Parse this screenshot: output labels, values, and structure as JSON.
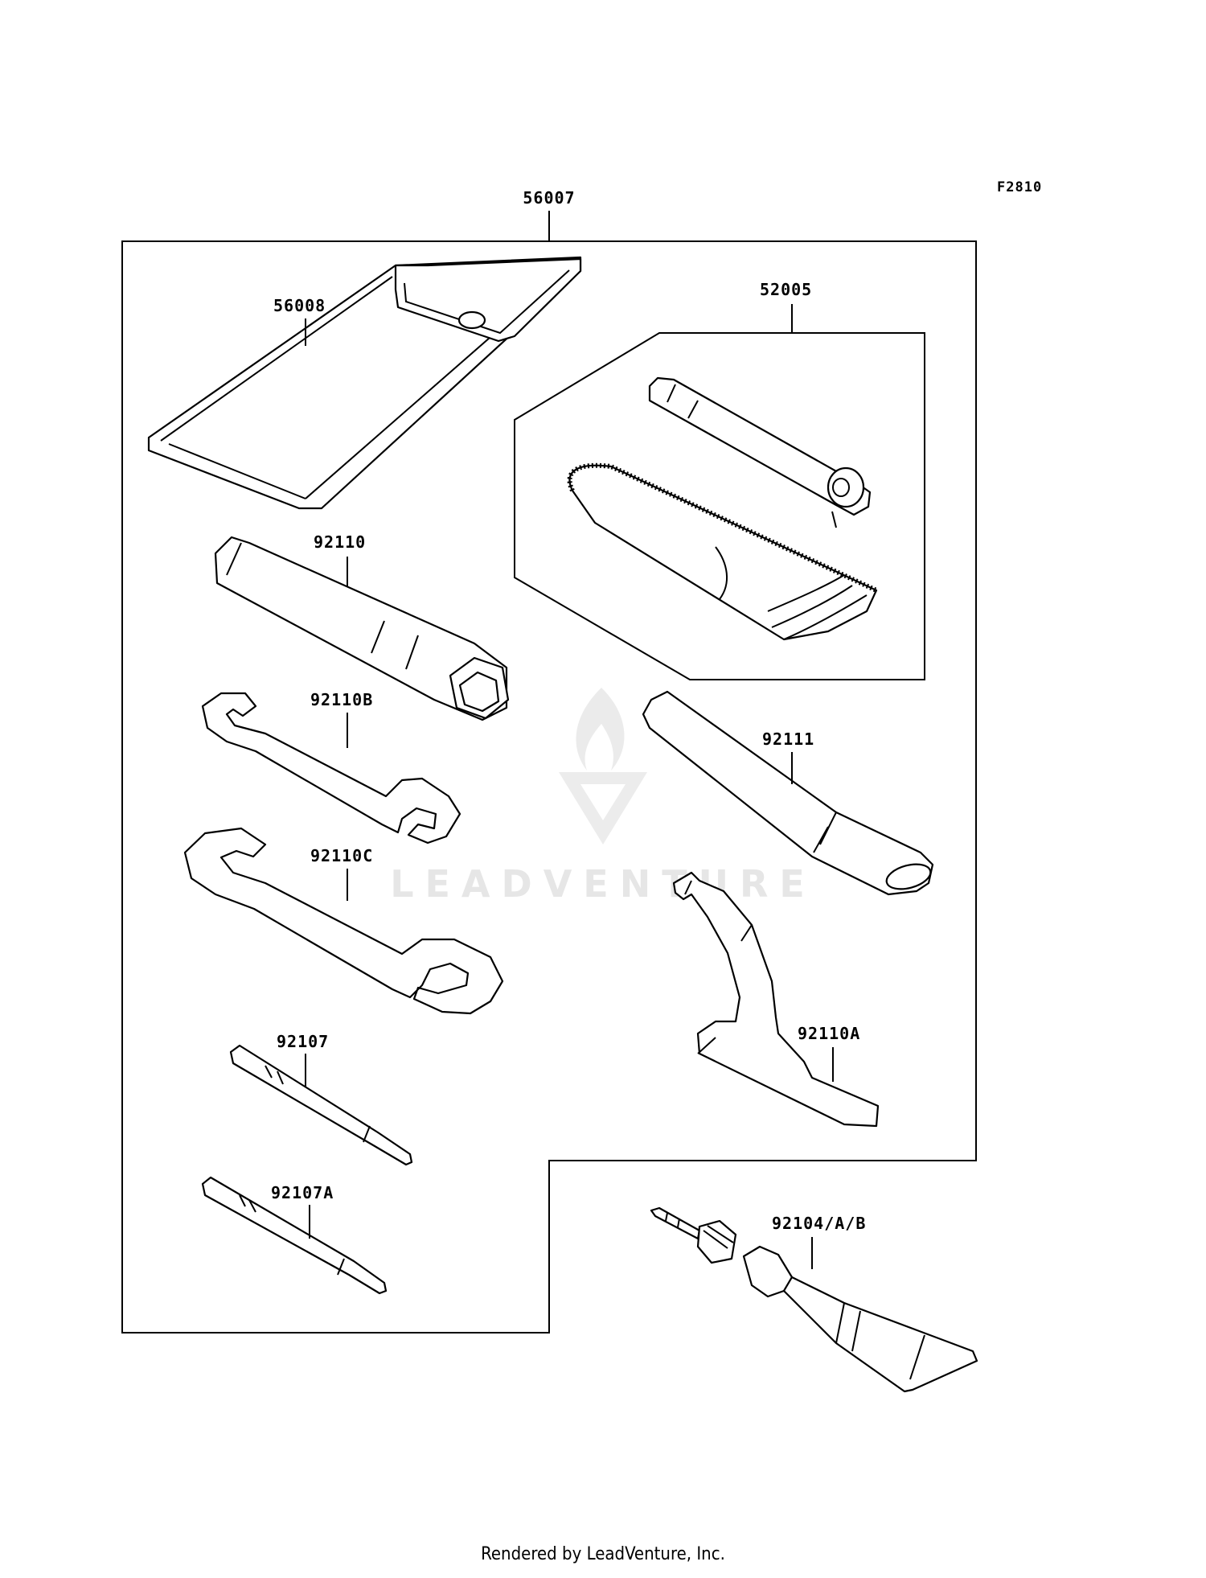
{
  "figure_code": "F2810",
  "parts": [
    {
      "key": "kit",
      "number": "56007"
    },
    {
      "key": "pouch",
      "number": "56008"
    },
    {
      "key": "repair-kit",
      "number": "52005"
    },
    {
      "key": "plug-wrench",
      "number": "92110"
    },
    {
      "key": "small-wrench",
      "number": "92110B"
    },
    {
      "key": "large-wrench",
      "number": "92110C"
    },
    {
      "key": "screwdriver-bit",
      "number": "92107"
    },
    {
      "key": "screwdriver-bit-a",
      "number": "92107A"
    },
    {
      "key": "handle",
      "number": "92111"
    },
    {
      "key": "hook-wrench",
      "number": "92110A"
    },
    {
      "key": "grease-tube",
      "number": "92104/A/B"
    }
  ],
  "watermark": "LEADVENTURE",
  "footer": "Rendered by LeadVenture, Inc."
}
